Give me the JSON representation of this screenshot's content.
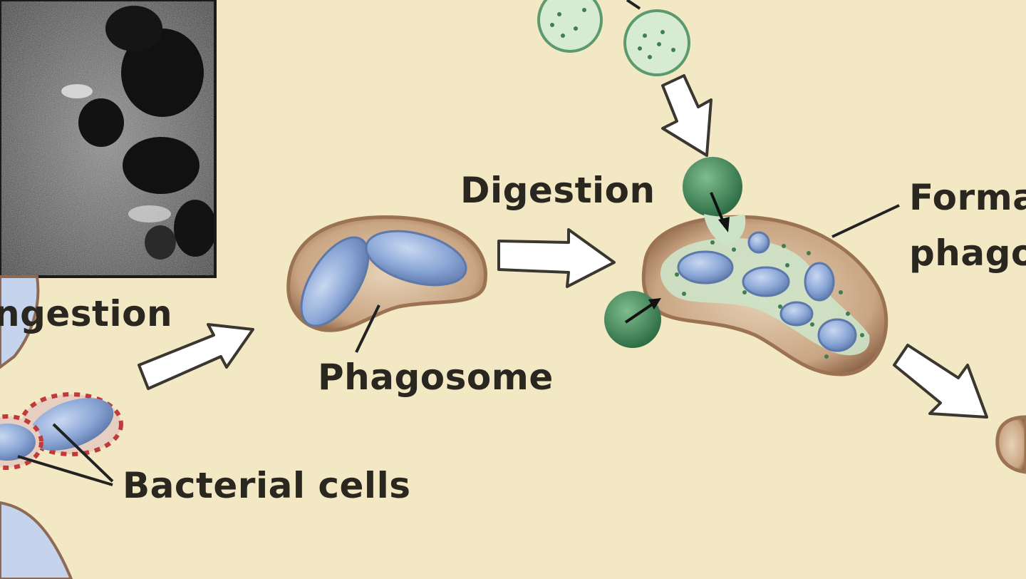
{
  "labels": {
    "ingestion": "ngestion",
    "digestion": "Digestion",
    "phagosome": "Phagosome",
    "bacterial_cells": "Bacterial cells",
    "formation_line1": "Forma",
    "formation_line2": "phago"
  },
  "colors": {
    "background": "#f3e8c4",
    "bacterium": "#8aa6d6",
    "vacuole_wall": "#a87c5c",
    "lysosome": "#4f8f62",
    "lysosome_light": "#cde3c8",
    "text": "#2a2620",
    "arrow_fill": "#ffffff",
    "arrow_stroke": "#3a3630"
  }
}
